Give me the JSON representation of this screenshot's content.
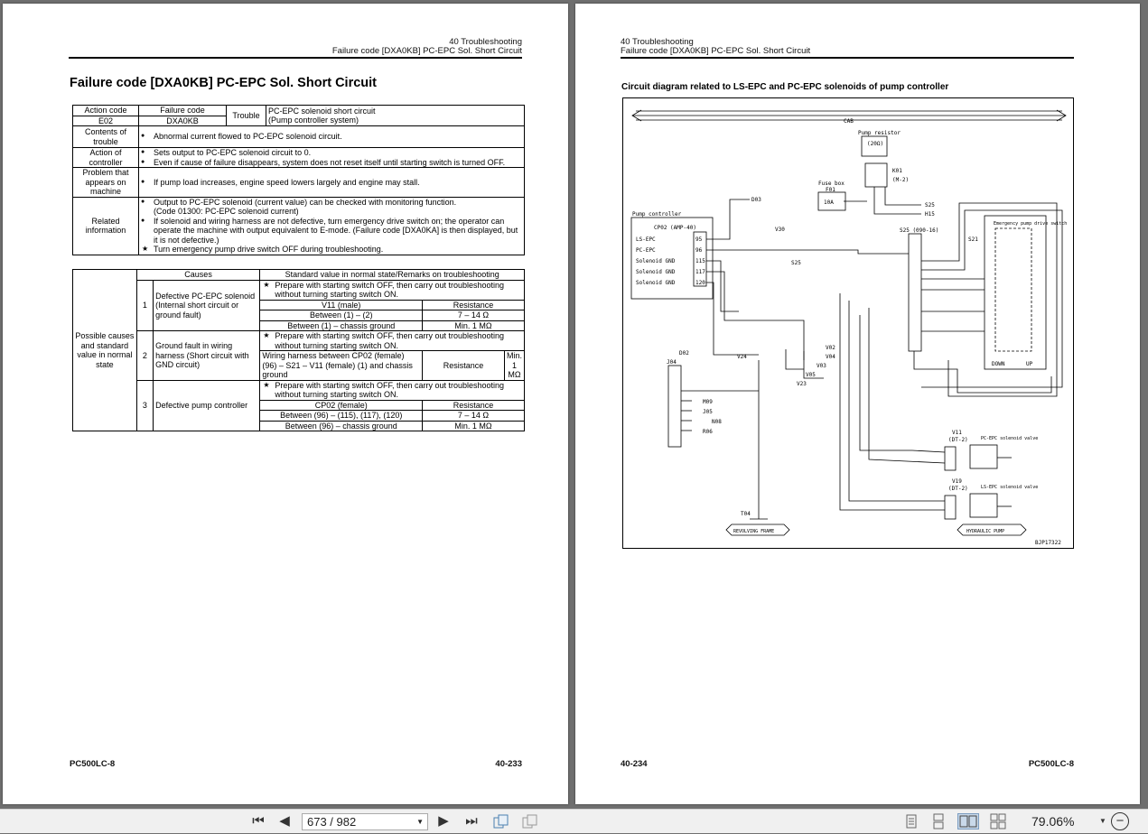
{
  "left_page": {
    "header": {
      "line1": "40 Troubleshooting",
      "line2": "Failure code [DXA0KB] PC-EPC Sol. Short Circuit"
    },
    "title": "Failure code [DXA0KB] PC-EPC Sol. Short Circuit",
    "info_table": {
      "action_code_label": "Action code",
      "action_code": "E02",
      "failure_code_label": "Failure code",
      "failure_code": "DXA0KB",
      "trouble_label": "Trouble",
      "trouble_text1": "PC-EPC solenoid short circuit",
      "trouble_text2": "(Pump controller system)",
      "contents_label": "Contents of trouble",
      "contents": "Abnormal current flowed to PC-EPC solenoid circuit.",
      "action_label": "Action of controller",
      "action1": "Sets output to PC-EPC solenoid circuit to 0.",
      "action2": "Even if cause of failure disappears, system does not reset itself until starting switch is turned OFF.",
      "problem_label": "Problem that appears on machine",
      "problem": "If pump load increases, engine speed lowers largely and engine may stall.",
      "related_label": "Related information",
      "related1": "Output to PC-EPC solenoid (current value) can be checked with monitoring function.",
      "related1b": "(Code 01300: PC-EPC solenoid current)",
      "related2": "If solenoid and wiring harness are not defective, turn emergency drive switch on; the operator can operate the machine with output equivalent to E-mode. (Failure code [DXA0KA] is then displayed, but it is not defective.)",
      "related3": "Turn emergency pump drive switch OFF during troubleshooting."
    },
    "causes_table": {
      "side_label": "Possible causes and standard value in normal state",
      "causes_header": "Causes",
      "std_header": "Standard value in normal state/Remarks on troubleshooting",
      "c1_no": "1",
      "c1": "Defective PC-EPC solenoid (Internal short circuit or ground fault)",
      "c1_note": "Prepare with starting switch OFF, then carry out troubleshooting without turning starting switch ON.",
      "c1_col1": "V11 (male)",
      "c1_col2": "Resistance",
      "c1_r1a": "Between (1) – (2)",
      "c1_r1b": "7 – 14 Ω",
      "c1_r2a": "Between (1) – chassis ground",
      "c1_r2b": "Min. 1 MΩ",
      "c2_no": "2",
      "c2": "Ground fault in wiring harness (Short circuit with GND circuit)",
      "c2_note": "Prepare with starting switch OFF, then carry out troubleshooting without turning starting switch ON.",
      "c2_ra": "Wiring harness between CP02 (female) (96) – S21 – V11 (female) (1) and chassis ground",
      "c2_rb": "Resistance",
      "c2_rc": "Min. 1 MΩ",
      "c3_no": "3",
      "c3": "Defective pump controller",
      "c3_note": "Prepare with starting switch OFF, then carry out troubleshooting without turning starting switch ON.",
      "c3_col1": "CP02 (female)",
      "c3_col2": "Resistance",
      "c3_r1a": "Between (96) – (115), (117), (120)",
      "c3_r1b": "7 – 14 Ω",
      "c3_r2a": "Between (96) – chassis ground",
      "c3_r2b": "Min. 1 MΩ"
    },
    "footer_left": "PC500LC-8",
    "footer_right": "40-233"
  },
  "right_page": {
    "header": {
      "line1": "40 Troubleshooting",
      "line2": "Failure code [DXA0KB] PC-EPC Sol. Short Circuit"
    },
    "diagram_title": "Circuit diagram related to LS-EPC and PC-EPC solenoids of pump controller",
    "diagram": {
      "cab": "CAB",
      "pump_resistor": "Pump resistor",
      "pump_resistor_val": "(20Ω)",
      "k01": "K01",
      "k01_type": "(M-2)",
      "fuse_box": "Fuse box",
      "f01": "F01",
      "fuse_val": "10A",
      "d03": "D03",
      "s25_13": "S25",
      "h15": "H15",
      "pump_controller": "Pump controller",
      "cp02": "CP02 (AMP-40)",
      "pin_labels": [
        "LS-EPC",
        "PC-EPC",
        "Solenoid GND",
        "Solenoid GND",
        "Solenoid GND"
      ],
      "pin_nums": [
        "95",
        "96",
        "115",
        "117",
        "120"
      ],
      "v30": "V30",
      "s25_conn": "S25 (090-16)",
      "s25_15": "S25",
      "s21": "S21",
      "emergency": "Emergency pump drive switch",
      "down": "DOWN",
      "up": "UP",
      "d02": "D02",
      "v24": "V24",
      "j04": "J04",
      "v02": "V02",
      "v04": "V04",
      "v03": "V03",
      "v05": "V05",
      "v23": "V23",
      "m09": "M09",
      "j05": "J05",
      "n08": "N08",
      "r06": "R06",
      "v11": "V11",
      "v11_type": "(DT-2)",
      "pc_epc_valve": "PC-EPC solenoid valve",
      "v19": "V19",
      "v19_type": "(DT-2)",
      "ls_epc_valve": "LS-EPC solenoid valve",
      "t04": "T04",
      "revolving_frame": "REVOLVING FRAME",
      "hydraulic_pump": "HYDRAULIC PUMP",
      "code": "BJP17322"
    },
    "footer_left": "40-234",
    "footer_right": "PC500LC-8"
  },
  "toolbar": {
    "first": "⏮",
    "prev": "◀",
    "page_value": "673 / 982",
    "next": "▶",
    "last": "⏭",
    "zoom": "79.06%",
    "zoom_out": "−"
  }
}
